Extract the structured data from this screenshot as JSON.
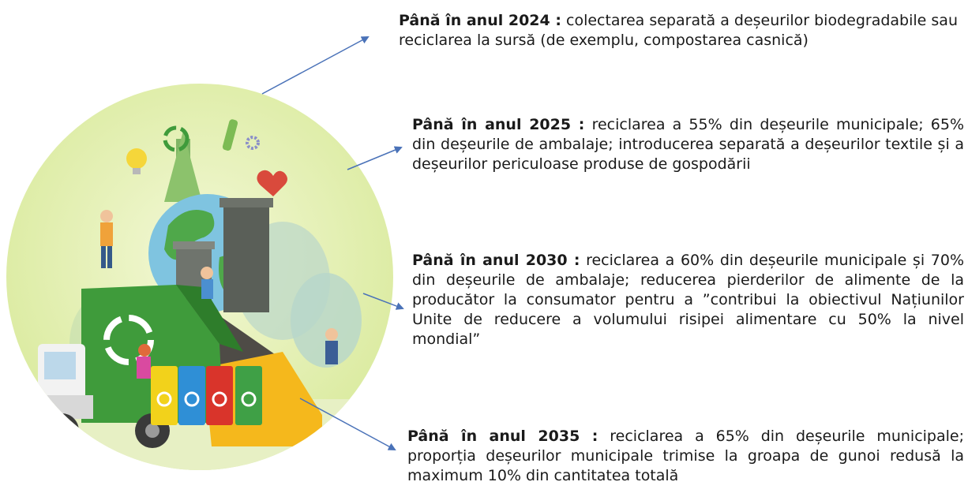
{
  "goals": [
    {
      "lead": "Până în anul 2024 :",
      "text": " colectarea separată a deșeurilor biodegradabile sau reciclarea la sursă (de exemplu, compostarea casnică)"
    },
    {
      "lead": "Până în anul 2025 :",
      "text": " reciclarea a 55% din deșeurile municipale; 65% din deșeurile de ambalaje; introducerea separată a deșeurilor textile și a deșeurilor periculoase produse de gospodării"
    },
    {
      "lead": "Până în anul 2030 :",
      "text": " reciclarea a 60% din deșeurile municipale și 70% din deșeurile de ambalaje; reducerea pierderilor de alimente de la producător la consumator pentru a ”contribui la obiectivul  Națiunilor Unite de reducere a volumului risipei alimentare cu 50% la nivel mondial”"
    },
    {
      "lead": "Până în anul 2035 :",
      "text": " reciclarea a 65% din deșeurile municipale; proporția deșeurilor municipale trimise la groapa de gunoi redusă la maximum 10% din cantitatea totală"
    }
  ],
  "colors": {
    "arrow": "#4a72b8",
    "circle_bg": "#e4efb4",
    "truck_green": "#3f9b3b",
    "bin_colors": [
      "#f2d21b",
      "#2f8fd6",
      "#d9342b",
      "#3fa046"
    ]
  },
  "icons": [
    "recycle-icon",
    "lightbulb-icon",
    "globe-icon",
    "factory-icon",
    "truck-icon",
    "recycling-bin-icon",
    "heart-icon",
    "person-icon"
  ]
}
